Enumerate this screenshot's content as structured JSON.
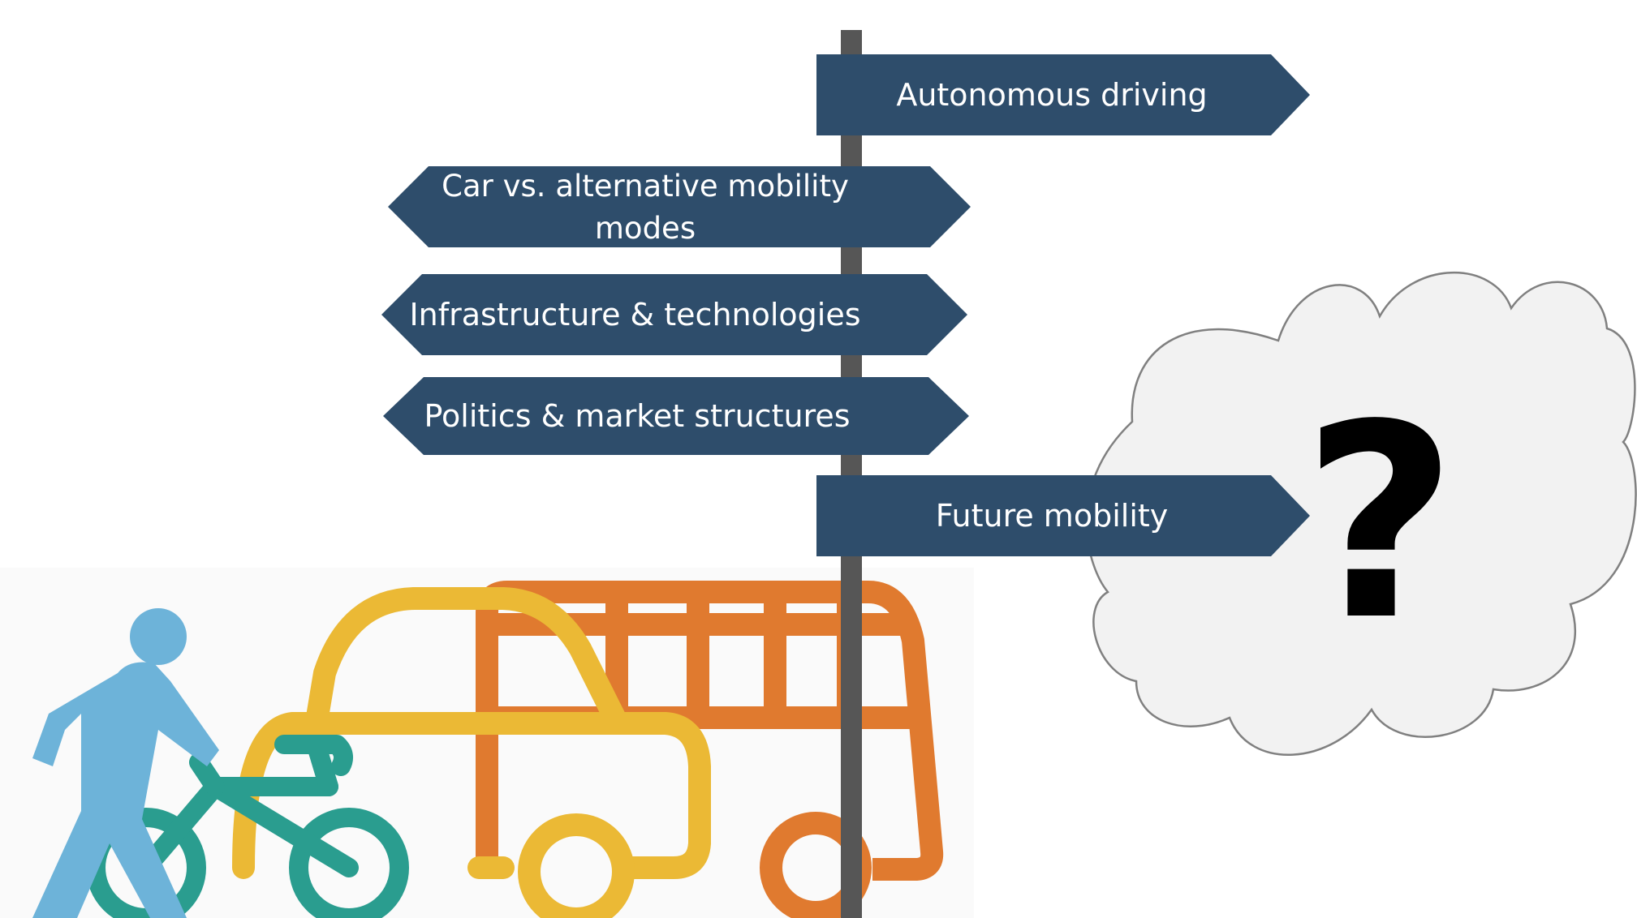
{
  "signs": {
    "autonomous": "Autonomous  driving",
    "car_vs_alt": "Car vs. alternative mobility\nmodes",
    "infrastructure": "Infrastructure & technologies",
    "politics": "Politics & market structures",
    "future": "Future mobility"
  },
  "cloud": {
    "question_mark": "?"
  },
  "colors": {
    "sign_fill": "#2e4d6b",
    "pole": "#565656",
    "pedestrian": "#6db3d9",
    "bicycle": "#2a9d8f",
    "car": "#ebb935",
    "bus": "#e07a2f",
    "cloud_fill": "#f2f2f2",
    "cloud_stroke": "#808080"
  },
  "icons": [
    "pedestrian-icon",
    "bicycle-icon",
    "car-icon",
    "bus-icon",
    "cloud-icon"
  ]
}
